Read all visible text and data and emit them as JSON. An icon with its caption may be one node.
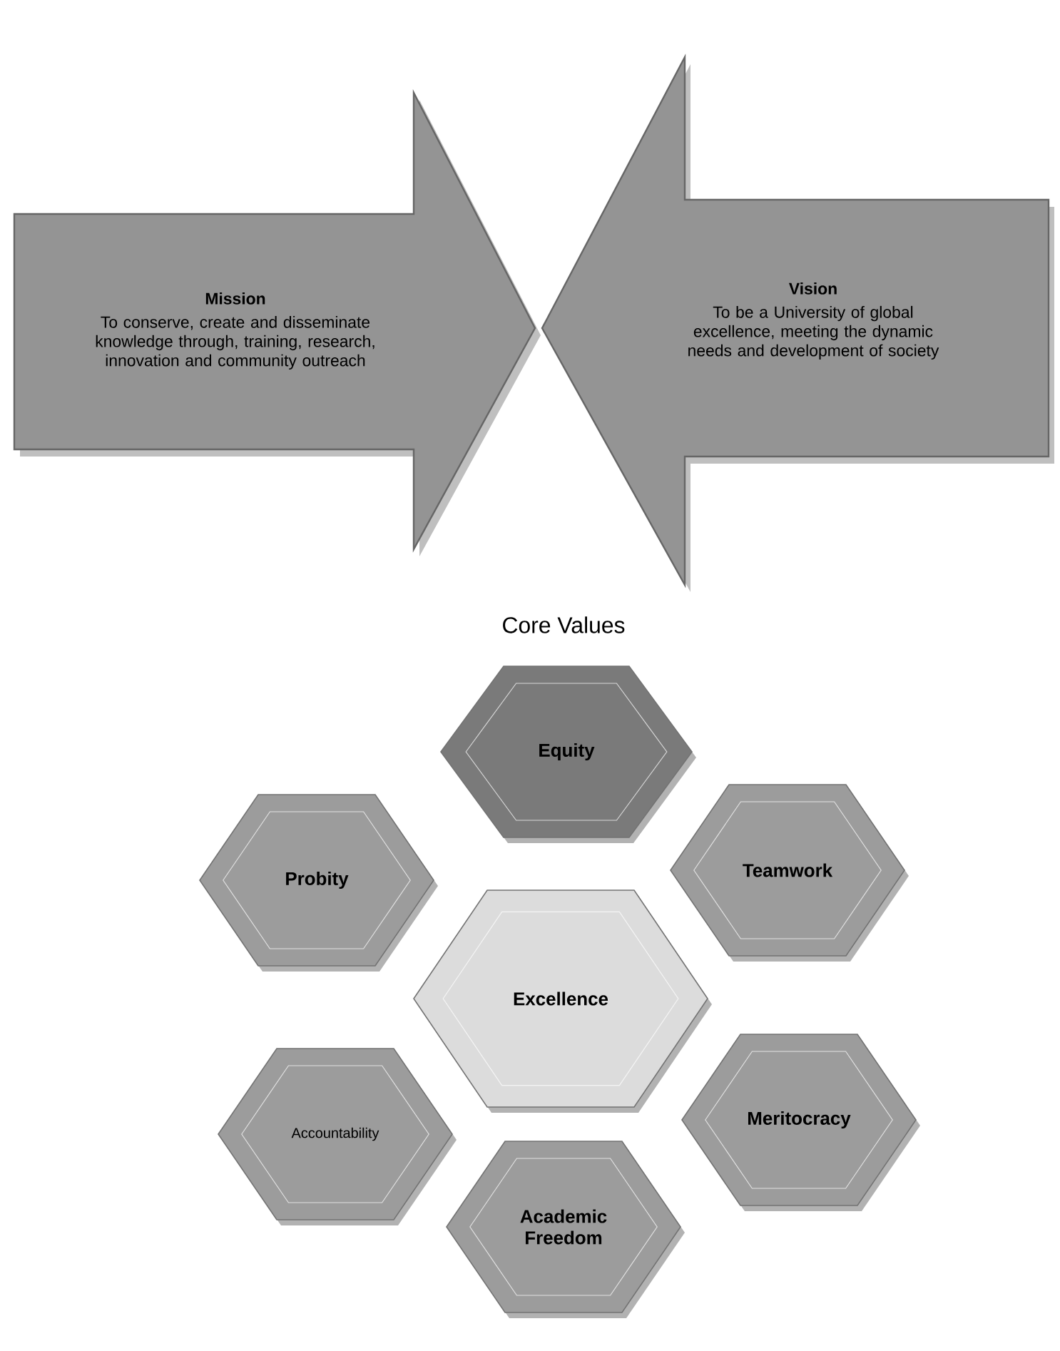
{
  "diagram": {
    "nodes": [
      {
        "text": [
          "Mission",
          "To conserve, create and disseminate knowledge through, training, research, innovation and community outreach"
        ]
      },
      {
        "text": [
          "Vision",
          "To be a University of global excellence, meeting the dynamic needs and development of society"
        ]
      },
      {
        "text": [
          "Equity"
        ]
      },
      {
        "text": [
          "Probity"
        ]
      },
      {
        "text": [
          "Teamwork"
        ]
      },
      {
        "text": [
          "Excellence"
        ]
      },
      {
        "text": [
          "Accountability"
        ]
      },
      {
        "text": [
          "Meritocracy"
        ]
      },
      {
        "text": [
          "Academic Freedom"
        ]
      }
    ],
    "labels": [
      "Core Values"
    ]
  }
}
